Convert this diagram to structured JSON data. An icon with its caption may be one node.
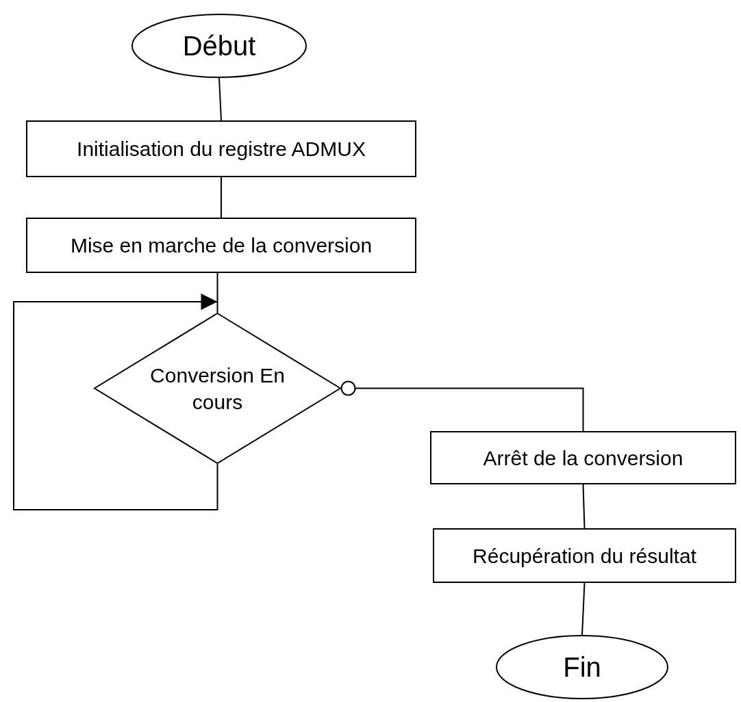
{
  "diagram": {
    "nodes": [
      {
        "text": [
          "Début"
        ]
      },
      {
        "text": [
          "Initialisation du registre ADMUX"
        ]
      },
      {
        "text": [
          "Mise en marche de la conversion"
        ]
      },
      {
        "text": [
          "Conversion En cours"
        ]
      },
      {
        "text": [
          "Arrêt de la conversion"
        ]
      },
      {
        "text": [
          "Récupération du résultat"
        ]
      },
      {
        "text": [
          "Fin"
        ]
      }
    ],
    "edges": [
      {
        "from": 0,
        "to": 1,
        "arrow": "none"
      },
      {
        "from": 1,
        "to": 2,
        "arrow": "none"
      },
      {
        "from": 2,
        "to": 3,
        "arrow": "none"
      },
      {
        "from": 3,
        "to": 3,
        "arrow": "to"
      },
      {
        "from": 3,
        "to": 4,
        "arrow": "other"
      },
      {
        "from": 4,
        "to": 5,
        "arrow": "none"
      },
      {
        "from": 5,
        "to": 6,
        "arrow": "none"
      }
    ]
  }
}
